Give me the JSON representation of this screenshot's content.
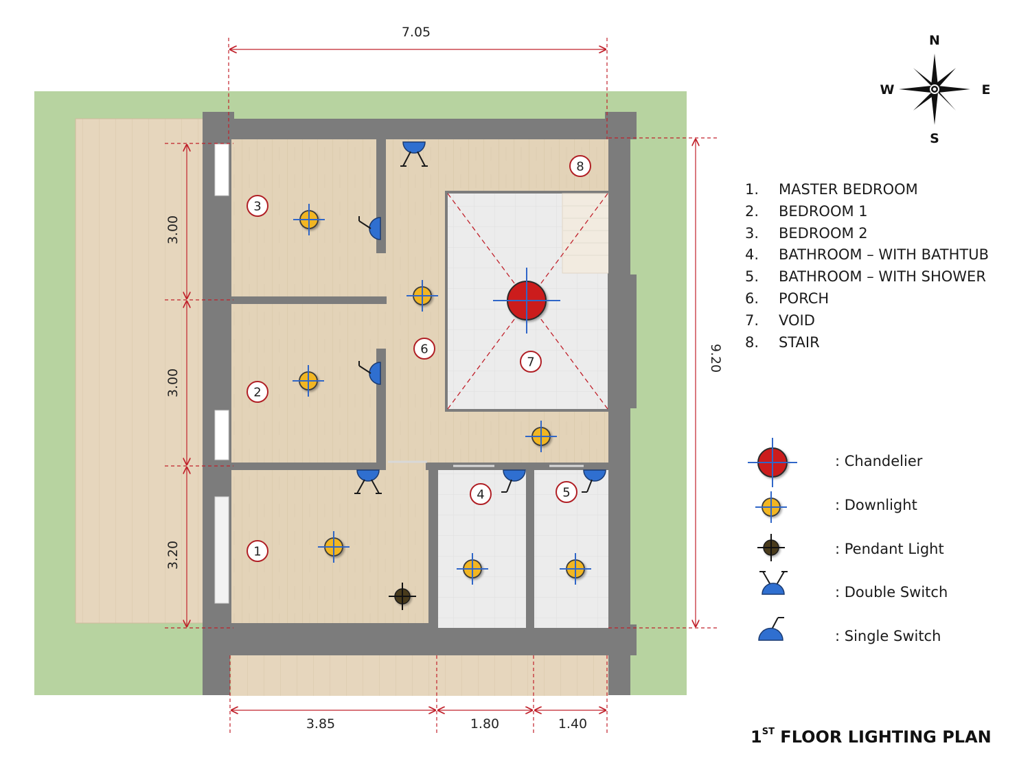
{
  "title": {
    "prefix": "1",
    "sup": "ST",
    "rest": " FLOOR LIGHTING PLAN"
  },
  "compass": {
    "n": "N",
    "s": "S",
    "e": "E",
    "w": "W"
  },
  "dimensions": {
    "top": "7.05",
    "right": "9.20",
    "left": [
      "3.00",
      "3.00",
      "3.20"
    ],
    "bottom": [
      "3.85",
      "1.80",
      "1.40"
    ]
  },
  "room_markers": [
    "1",
    "2",
    "3",
    "4",
    "5",
    "6",
    "7",
    "8"
  ],
  "rooms": [
    {
      "num": "1.",
      "name": "MASTER BEDROOM"
    },
    {
      "num": "2.",
      "name": "BEDROOM 1"
    },
    {
      "num": "3.",
      "name": "BEDROOM 2"
    },
    {
      "num": "4.",
      "name": "BATHROOM – WITH BATHTUB"
    },
    {
      "num": "5.",
      "name": "BATHROOM – WITH SHOWER"
    },
    {
      "num": "6.",
      "name": "PORCH"
    },
    {
      "num": "7.",
      "name": "VOID"
    },
    {
      "num": "8.",
      "name": "STAIR"
    }
  ],
  "legend": [
    {
      "symbol": "chandelier",
      "label": ": Chandelier"
    },
    {
      "symbol": "downlight",
      "label": ": Downlight"
    },
    {
      "symbol": "pendant",
      "label": ": Pendant Light"
    },
    {
      "symbol": "double-switch",
      "label": ": Double Switch"
    },
    {
      "symbol": "single-switch",
      "label": ": Single Switch"
    }
  ],
  "colors": {
    "lawn": "#b7d3a0",
    "wall": "#7c7c7c",
    "floor": "#e3d3b8",
    "deck": "#e6d6bd",
    "tile": "#ececec",
    "dim_line": "#c0202a",
    "chandelier": "#cc1a1a",
    "downlight": "#f2b620",
    "pendant": "#4a3a1a",
    "switch": "#2f6fd0",
    "crosshair": "#2f66c8"
  }
}
